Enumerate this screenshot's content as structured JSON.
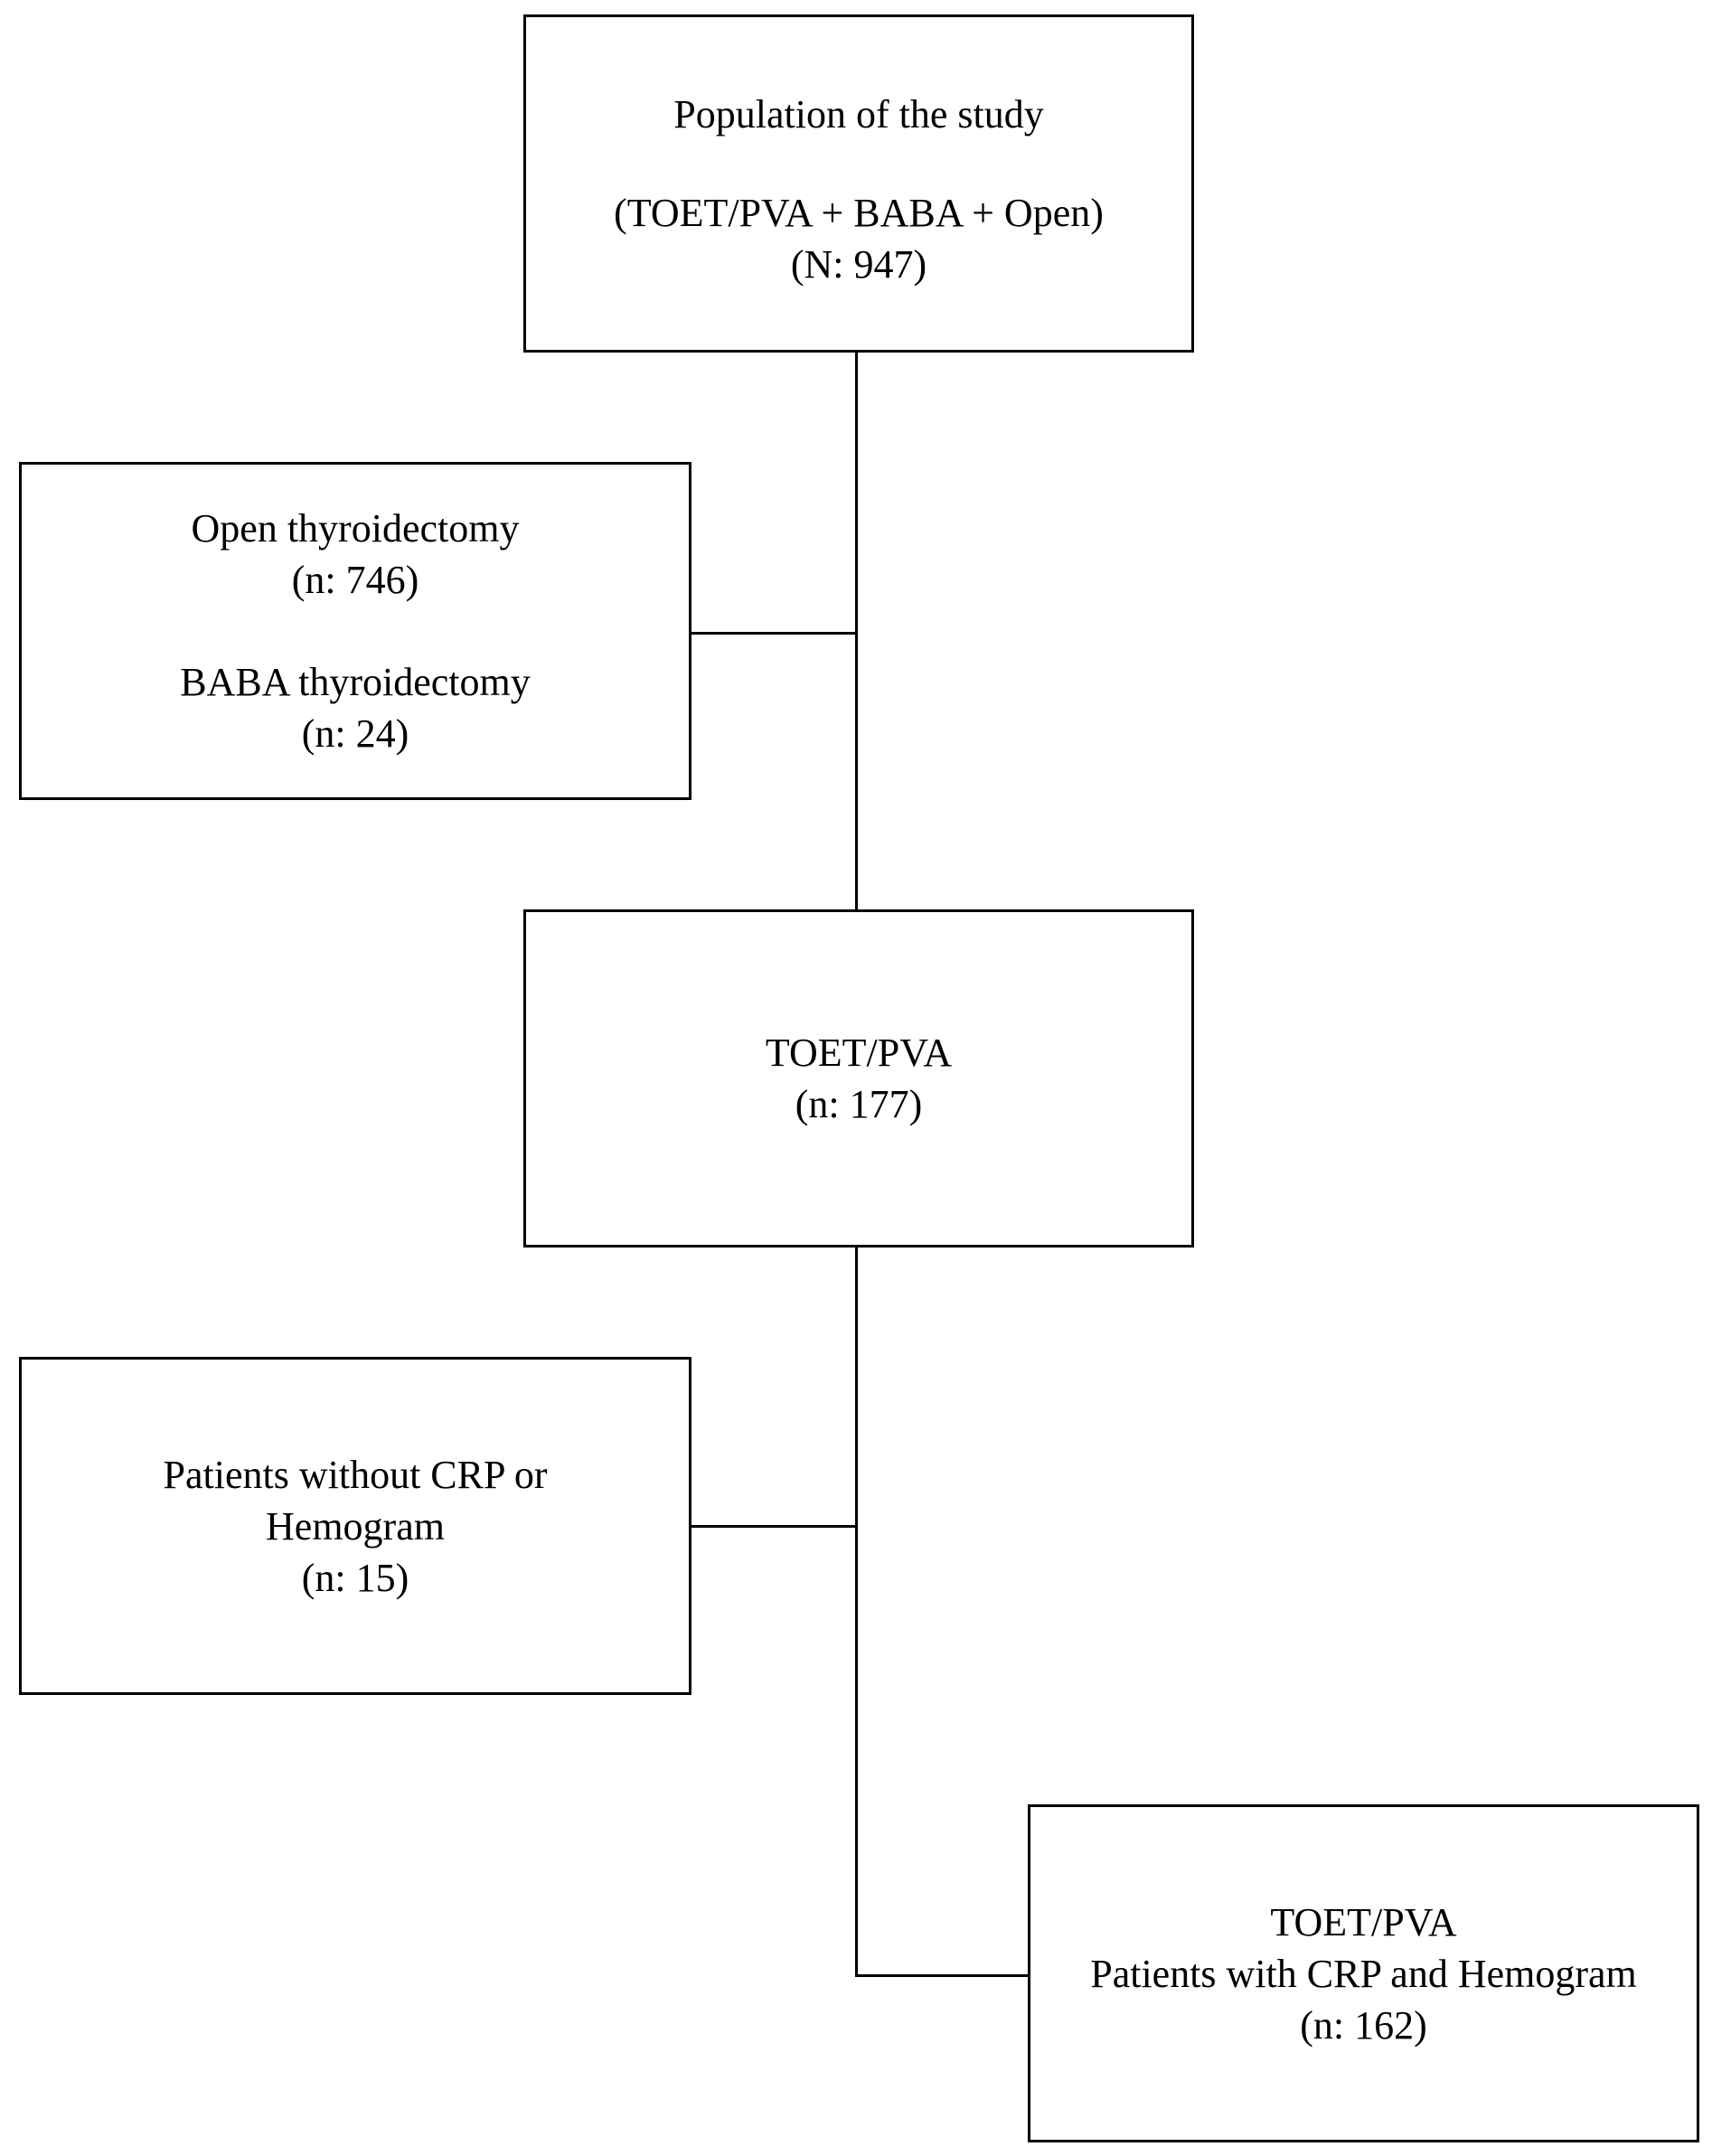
{
  "flowchart": {
    "population": {
      "title": "Population of the study",
      "groups": "(TOET/PVA + BABA + Open)",
      "count": "(N: 947)"
    },
    "excluded_surgery": {
      "open_label": "Open thyroidectomy",
      "open_count": "(n: 746)",
      "baba_label": "BABA thyroidectomy",
      "baba_count": "(n: 24)"
    },
    "toet": {
      "label": "TOET/PVA",
      "count": "(n: 177)"
    },
    "excluded_missing": {
      "line1": "Patients without CRP or",
      "line2": "Hemogram",
      "count": "(n: 15)"
    },
    "final": {
      "label": "TOET/PVA",
      "description": "Patients with CRP and Hemogram",
      "count": "(n: 162)"
    }
  }
}
